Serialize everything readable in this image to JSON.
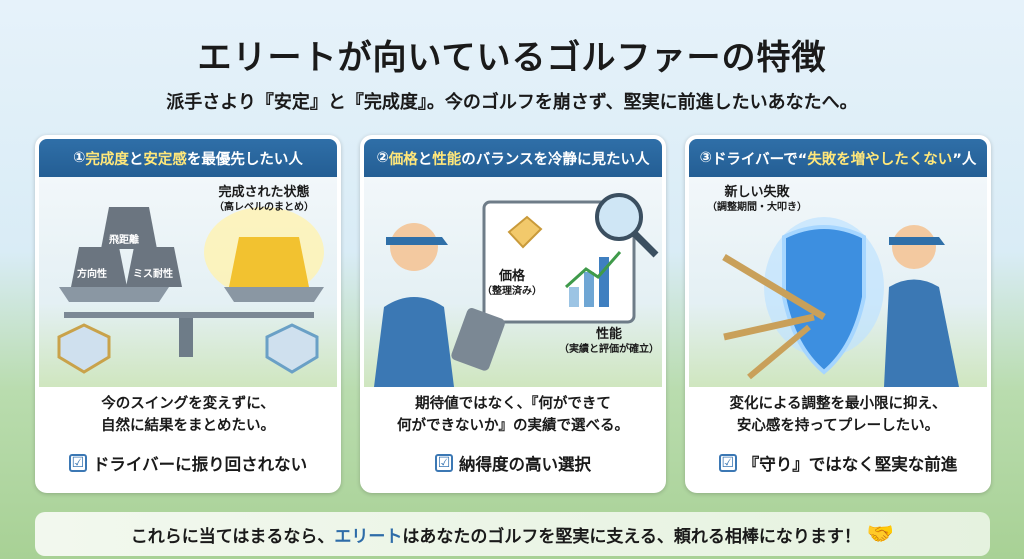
{
  "title": "エリートが向いているゴルファーの特徴",
  "subtitle": "派手さより『安定』と『完成度』。今のゴルフを崩さず、堅実に前進したいあなたへ。",
  "cards": [
    {
      "num": "①",
      "head_pre": " 完成度",
      "head_mid": "と",
      "head_hl": "安定感",
      "head_post": "を最優先したい人",
      "labels": {
        "weight_top": "飛距離",
        "weight_left": "方向性",
        "weight_right": "ミス耐性",
        "gold": "完成された状態",
        "gold_sub": "（高レベルのまとめ）"
      },
      "text1": "今のスイングを変えずに、",
      "text2": "自然に結果をまとめたい。",
      "check": "ドライバーに振り回されない"
    },
    {
      "num": "②",
      "head_pre": " 価格",
      "head_mid": "と",
      "head_hl": "性能",
      "head_post": "のバランスを冷静に見たい人",
      "labels": {
        "price": "価格",
        "price_sub": "（整理済み）",
        "perf": "性能",
        "perf_sub": "（実績と評価が確立）"
      },
      "text1": "期待値ではなく、『何ができて",
      "text2": "何ができないか』の実績で選べる。",
      "check": "納得度の高い選択"
    },
    {
      "num": "③",
      "head_pre": " ドライバーで“",
      "head_mid": "",
      "head_hl": "失敗を増やしたくない",
      "head_post": "”人",
      "labels": {
        "fail": "新しい失敗",
        "fail_sub": "（調整期間・大叩き）"
      },
      "text1": "変化による調整を最小限に抑え、",
      "text2": "安心感を持ってプレーしたい。",
      "check": "『守り』ではなく堅実な前進"
    }
  ],
  "banner": {
    "pre": "これらに当てはまるなら、",
    "brand": "エリート",
    "post": "はあなたのゴルフを堅実に支える、頼れる相棒になります！"
  },
  "icons": {
    "check": "☑",
    "handshake": "🤝"
  },
  "colors": {
    "header_blue": "#2f6fa8",
    "highlight": "#ffe77a",
    "brand": "#2e6ca8"
  }
}
